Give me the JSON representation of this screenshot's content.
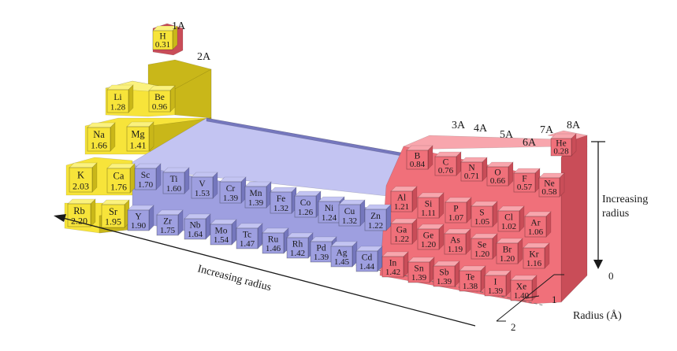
{
  "group_labels": [
    {
      "id": "1A",
      "text": "1A"
    },
    {
      "id": "2A",
      "text": "2A"
    },
    {
      "id": "3A",
      "text": "3A"
    },
    {
      "id": "4A",
      "text": "4A"
    },
    {
      "id": "5A",
      "text": "5A"
    },
    {
      "id": "6A",
      "text": "6A"
    },
    {
      "id": "7A",
      "text": "7A"
    },
    {
      "id": "8A",
      "text": "8A"
    }
  ],
  "elements": [
    {
      "symbol": "H",
      "radius": "0.31",
      "block": "s",
      "period": 1
    },
    {
      "symbol": "He",
      "radius": "0.28",
      "block": "p",
      "period": 1
    },
    {
      "symbol": "Li",
      "radius": "1.28",
      "block": "s",
      "period": 2
    },
    {
      "symbol": "Be",
      "radius": "0.96",
      "block": "s",
      "period": 2
    },
    {
      "symbol": "B",
      "radius": "0.84",
      "block": "p",
      "period": 2
    },
    {
      "symbol": "C",
      "radius": "0.76",
      "block": "p",
      "period": 2
    },
    {
      "symbol": "N",
      "radius": "0.71",
      "block": "p",
      "period": 2
    },
    {
      "symbol": "O",
      "radius": "0.66",
      "block": "p",
      "period": 2
    },
    {
      "symbol": "F",
      "radius": "0.57",
      "block": "p",
      "period": 2
    },
    {
      "symbol": "Ne",
      "radius": "0.58",
      "block": "p",
      "period": 2
    },
    {
      "symbol": "Na",
      "radius": "1.66",
      "block": "s",
      "period": 3
    },
    {
      "symbol": "Mg",
      "radius": "1.41",
      "block": "s",
      "period": 3
    },
    {
      "symbol": "Al",
      "radius": "1.21",
      "block": "p",
      "period": 3
    },
    {
      "symbol": "Si",
      "radius": "1.11",
      "block": "p",
      "period": 3
    },
    {
      "symbol": "P",
      "radius": "1.07",
      "block": "p",
      "period": 3
    },
    {
      "symbol": "S",
      "radius": "1.05",
      "block": "p",
      "period": 3
    },
    {
      "symbol": "Cl",
      "radius": "1.02",
      "block": "p",
      "period": 3
    },
    {
      "symbol": "Ar",
      "radius": "1.06",
      "block": "p",
      "period": 3
    },
    {
      "symbol": "K",
      "radius": "2.03",
      "block": "s",
      "period": 4
    },
    {
      "symbol": "Ca",
      "radius": "1.76",
      "block": "s",
      "period": 4
    },
    {
      "symbol": "Sc",
      "radius": "1.70",
      "block": "d",
      "period": 4
    },
    {
      "symbol": "Ti",
      "radius": "1.60",
      "block": "d",
      "period": 4
    },
    {
      "symbol": "V",
      "radius": "1.53",
      "block": "d",
      "period": 4
    },
    {
      "symbol": "Cr",
      "radius": "1.39",
      "block": "d",
      "period": 4
    },
    {
      "symbol": "Mn",
      "radius": "1.39",
      "block": "d",
      "period": 4
    },
    {
      "symbol": "Fe",
      "radius": "1.32",
      "block": "d",
      "period": 4
    },
    {
      "symbol": "Co",
      "radius": "1.26",
      "block": "d",
      "period": 4
    },
    {
      "symbol": "Ni",
      "radius": "1.24",
      "block": "d",
      "period": 4
    },
    {
      "symbol": "Cu",
      "radius": "1.32",
      "block": "d",
      "period": 4
    },
    {
      "symbol": "Zn",
      "radius": "1.22",
      "block": "d",
      "period": 4
    },
    {
      "symbol": "Ga",
      "radius": "1.22",
      "block": "p",
      "period": 4
    },
    {
      "symbol": "Ge",
      "radius": "1.20",
      "block": "p",
      "period": 4
    },
    {
      "symbol": "As",
      "radius": "1.19",
      "block": "p",
      "period": 4
    },
    {
      "symbol": "Se",
      "radius": "1.20",
      "block": "p",
      "period": 4
    },
    {
      "symbol": "Br",
      "radius": "1.20",
      "block": "p",
      "period": 4
    },
    {
      "symbol": "Kr",
      "radius": "1.16",
      "block": "p",
      "period": 4
    },
    {
      "symbol": "Rb",
      "radius": "2.20",
      "block": "s",
      "period": 5
    },
    {
      "symbol": "Sr",
      "radius": "1.95",
      "block": "s",
      "period": 5
    },
    {
      "symbol": "Y",
      "radius": "1.90",
      "block": "d",
      "period": 5
    },
    {
      "symbol": "Zr",
      "radius": "1.75",
      "block": "d",
      "period": 5
    },
    {
      "symbol": "Nb",
      "radius": "1.64",
      "block": "d",
      "period": 5
    },
    {
      "symbol": "Mo",
      "radius": "1.54",
      "block": "d",
      "period": 5
    },
    {
      "symbol": "Tc",
      "radius": "1.47",
      "block": "d",
      "period": 5
    },
    {
      "symbol": "Ru",
      "radius": "1.46",
      "block": "d",
      "period": 5
    },
    {
      "symbol": "Rh",
      "radius": "1.42",
      "block": "d",
      "period": 5
    },
    {
      "symbol": "Pd",
      "radius": "1.39",
      "block": "d",
      "period": 5
    },
    {
      "symbol": "Ag",
      "radius": "1.45",
      "block": "d",
      "period": 5
    },
    {
      "symbol": "Cd",
      "radius": "1.44",
      "block": "d",
      "period": 5
    },
    {
      "symbol": "In",
      "radius": "1.42",
      "block": "p",
      "period": 5
    },
    {
      "symbol": "Sn",
      "radius": "1.39",
      "block": "p",
      "period": 5
    },
    {
      "symbol": "Sb",
      "radius": "1.39",
      "block": "p",
      "period": 5
    },
    {
      "symbol": "Te",
      "radius": "1.38",
      "block": "p",
      "period": 5
    },
    {
      "symbol": "I",
      "radius": "1.39",
      "block": "p",
      "period": 5
    },
    {
      "symbol": "Xe",
      "radius": "1.40",
      "block": "p",
      "period": 5
    }
  ],
  "arrows": {
    "across_label": "Increasing radius",
    "down_label_line1": "Increasing",
    "down_label_line2": "radius"
  },
  "radius_axis": {
    "ticks": [
      "0",
      "1",
      "2"
    ],
    "label": "Radius (Å)"
  },
  "colors": {
    "s_face": "#f7e43a",
    "s_top": "#fbf27e",
    "s_side": "#c9b719",
    "d_face": "#9e9fe0",
    "d_top": "#c3c4f2",
    "d_side": "#7577bd",
    "p_face": "#f0707a",
    "p_top": "#f8a6ad",
    "p_side": "#c94d58",
    "text": "#1a1a1a"
  }
}
